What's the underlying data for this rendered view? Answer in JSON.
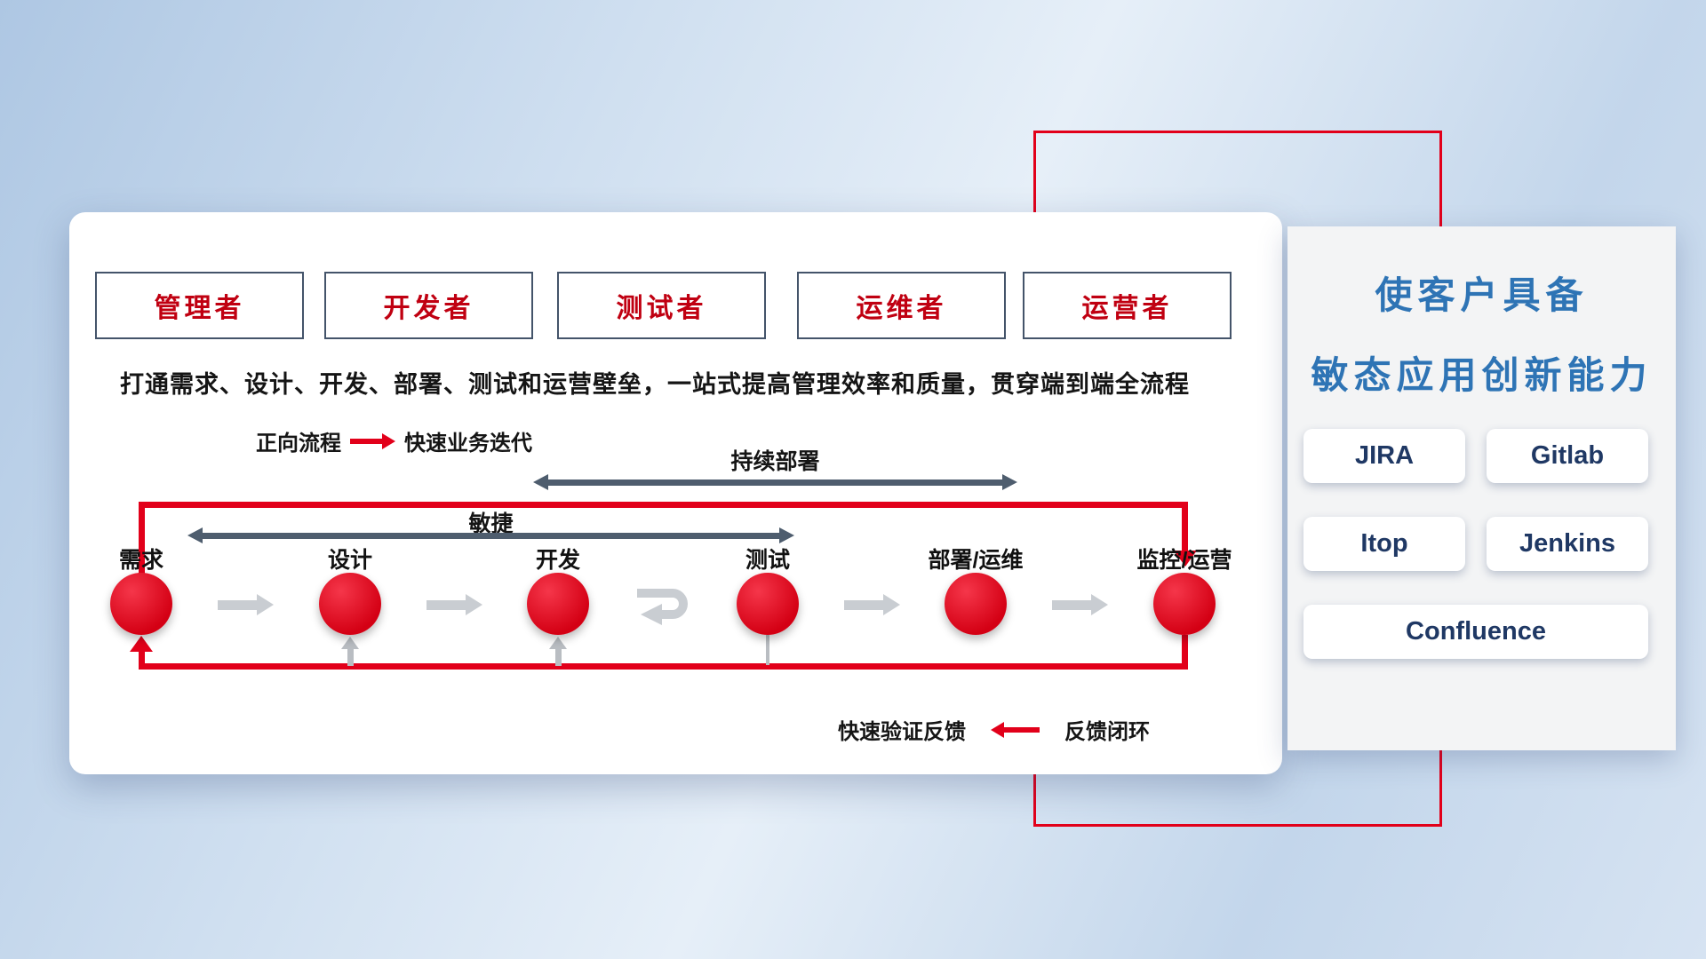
{
  "roles": [
    {
      "label": "管理者"
    },
    {
      "label": "开发者"
    },
    {
      "label": "测试者"
    },
    {
      "label": "运维者"
    },
    {
      "label": "运营者"
    }
  ],
  "description": "打通需求、设计、开发、部署、测试和运营壁垒，一站式提高管理效率和质量，贯穿端到端全流程",
  "legend": {
    "forward_label": "正向流程",
    "forward_value": "快速业务迭代"
  },
  "flow": {
    "continuous_deploy": "持续部署",
    "agile": "敏捷",
    "nodes": [
      {
        "label": "需求"
      },
      {
        "label": "设计"
      },
      {
        "label": "开发"
      },
      {
        "label": "测试"
      },
      {
        "label": "部署/运维"
      },
      {
        "label": "监控/运营"
      }
    ],
    "feedback_value": "快速验证反馈",
    "feedback_label": "反馈闭环"
  },
  "side_panel": {
    "title_line1": "使客户具备",
    "title_line2": "敏态应用创新能力",
    "tools": [
      {
        "name": "JIRA"
      },
      {
        "name": "Gitlab"
      },
      {
        "name": "Itop"
      },
      {
        "name": "Jenkins"
      },
      {
        "name": "Confluence"
      }
    ]
  },
  "colors": {
    "accent_red": "#e2001a",
    "title_blue": "#2e74b5",
    "tool_text": "#1f3864",
    "dark_arrow": "#4e5d6e",
    "role_text": "#c00011"
  }
}
